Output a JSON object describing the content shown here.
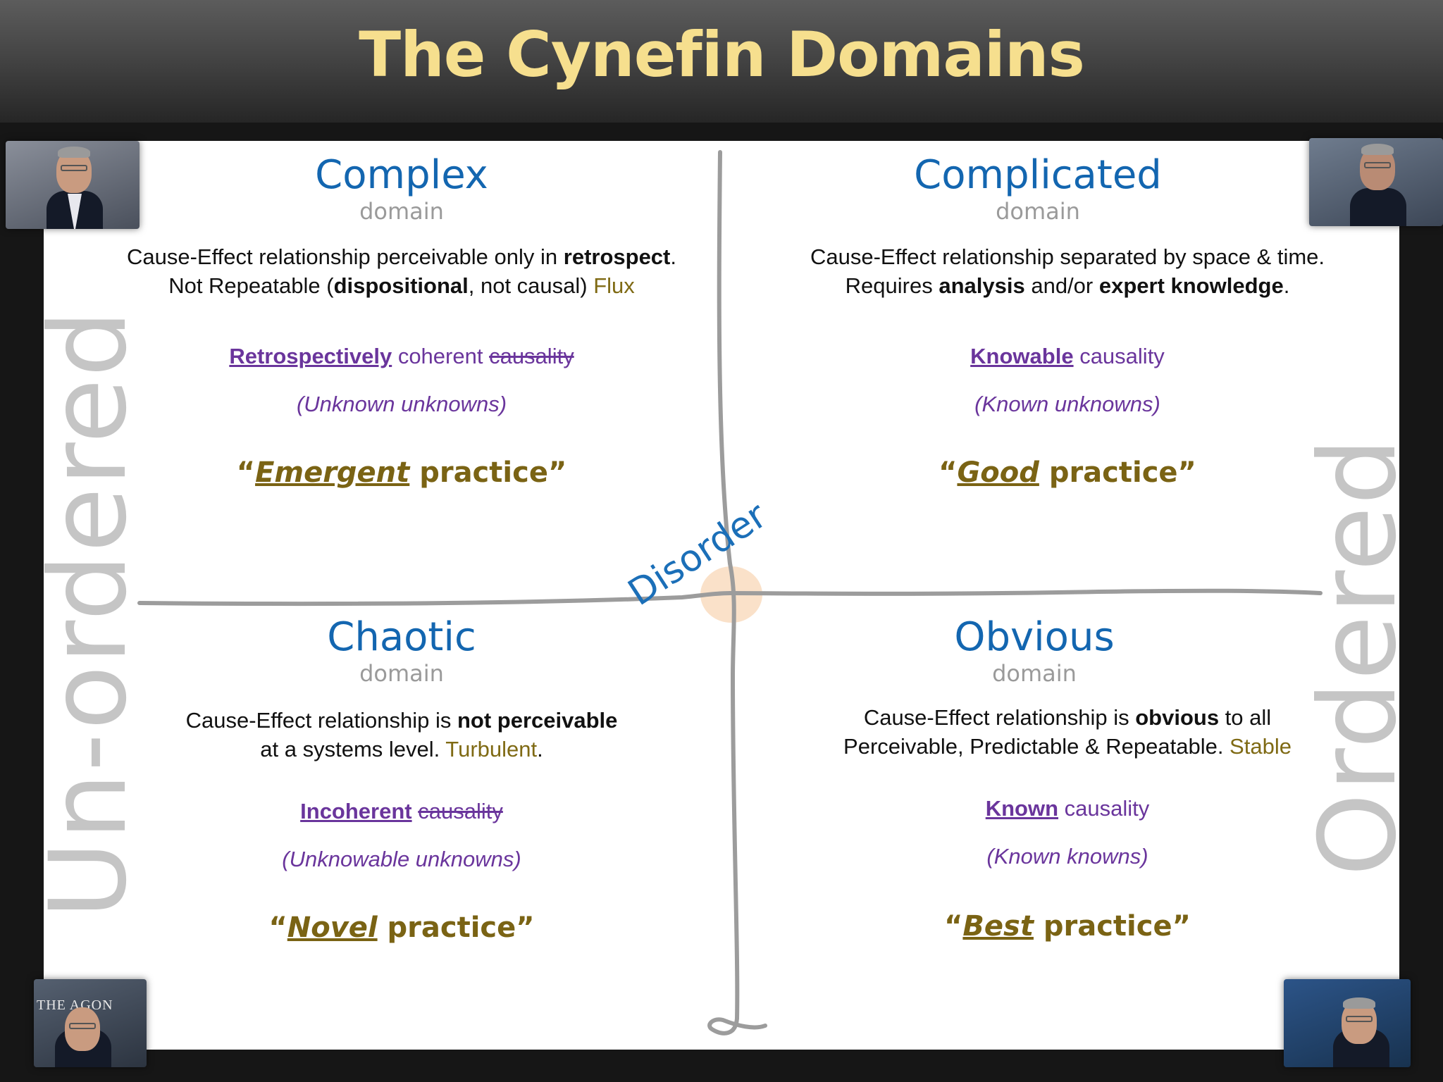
{
  "slide": {
    "title": "The Cynefin Domains"
  },
  "quadrants": {
    "complex": {
      "title": "Complex",
      "subtitle": "domain",
      "desc1_a": "Cause-Effect relationship perceivable only in ",
      "desc1_b": "retrospect",
      "desc1_c": ".",
      "desc2_a": "Not Repeatable (",
      "desc2_b": "dispositional",
      "desc2_c": ", not causal) ",
      "desc2_d": "Flux",
      "causality_key": "Retrospectively",
      "causality_mid": " coherent ",
      "causality_struck": "causality",
      "knowledge": "(Unknown unknowns)",
      "practice_open": "“",
      "practice_key": "Emergent",
      "practice_rest": " practice”"
    },
    "complicated": {
      "title": "Complicated",
      "subtitle": "domain",
      "desc1_a": "Cause-Effect relationship separated by space & time.",
      "desc2_a": "Requires ",
      "desc2_b": "analysis",
      "desc2_c": " and/or ",
      "desc2_d": "expert knowledge",
      "desc2_e": ".",
      "causality_key": "Knowable",
      "causality_rest": " causality",
      "knowledge": "(Known unknowns)",
      "practice_open": "“",
      "practice_key": "Good",
      "practice_rest": " practice”"
    },
    "chaotic": {
      "title": "Chaotic",
      "subtitle": "domain",
      "desc1_a": "Cause-Effect relationship is ",
      "desc1_b": "not perceivable",
      "desc2_a": "at a systems level. ",
      "desc2_b": "Turbulent",
      "desc2_c": ".",
      "causality_key": "Incoherent",
      "causality_mid": " ",
      "causality_struck": "causality",
      "knowledge": "(Unknowable unknowns)",
      "practice_open": "“",
      "practice_key": "Novel",
      "practice_rest": " practice”"
    },
    "obvious": {
      "title": "Obvious",
      "subtitle": "domain",
      "desc1_a": "Cause-Effect relationship is ",
      "desc1_b": "obvious",
      "desc1_c": " to all",
      "desc2_a": "Perceivable, Predictable & Repeatable. ",
      "desc2_b": "Stable",
      "causality_key": "Known",
      "causality_rest": " causality",
      "knowledge": "(Known knowns)",
      "practice_open": "“",
      "practice_key": "Best",
      "practice_rest": " practice”"
    }
  },
  "center_label": "Disorder",
  "side_labels": {
    "left": "Un-ordered",
    "right": "Ordered"
  },
  "photo_signs": {
    "bottom_left": "THE  AGON"
  },
  "colors": {
    "title": "#f6df8e",
    "domain_title": "#1366b0",
    "causality": "#6a359c",
    "practice": "#7a6314",
    "side_label": "#c5c5c5"
  }
}
